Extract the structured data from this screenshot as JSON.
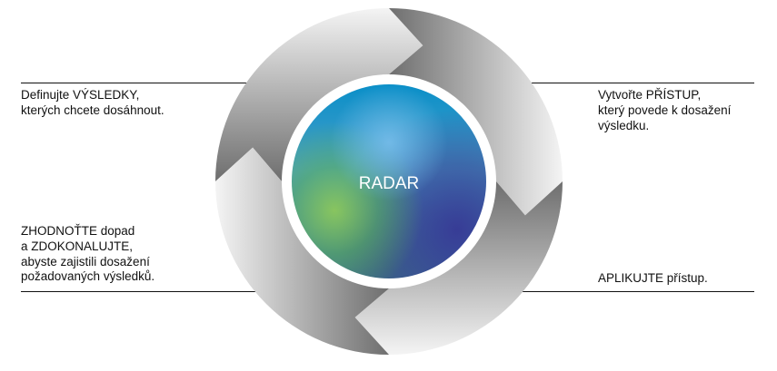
{
  "center_label": "RADAR",
  "steps": {
    "results": "Definujte VÝSLEDKY,\nkterých chcete dosáhnout.",
    "approach": "Vytvořte PŘÍSTUP,\nkterý povede k dosažení\nvýsledku.",
    "deploy": "APLIKUJTE přístup.",
    "assess": "ZHODNOŤTE dopad\na ZDOKONALUJTE,\nabyste zajistili dosažení\npožadovaných výsledků."
  }
}
